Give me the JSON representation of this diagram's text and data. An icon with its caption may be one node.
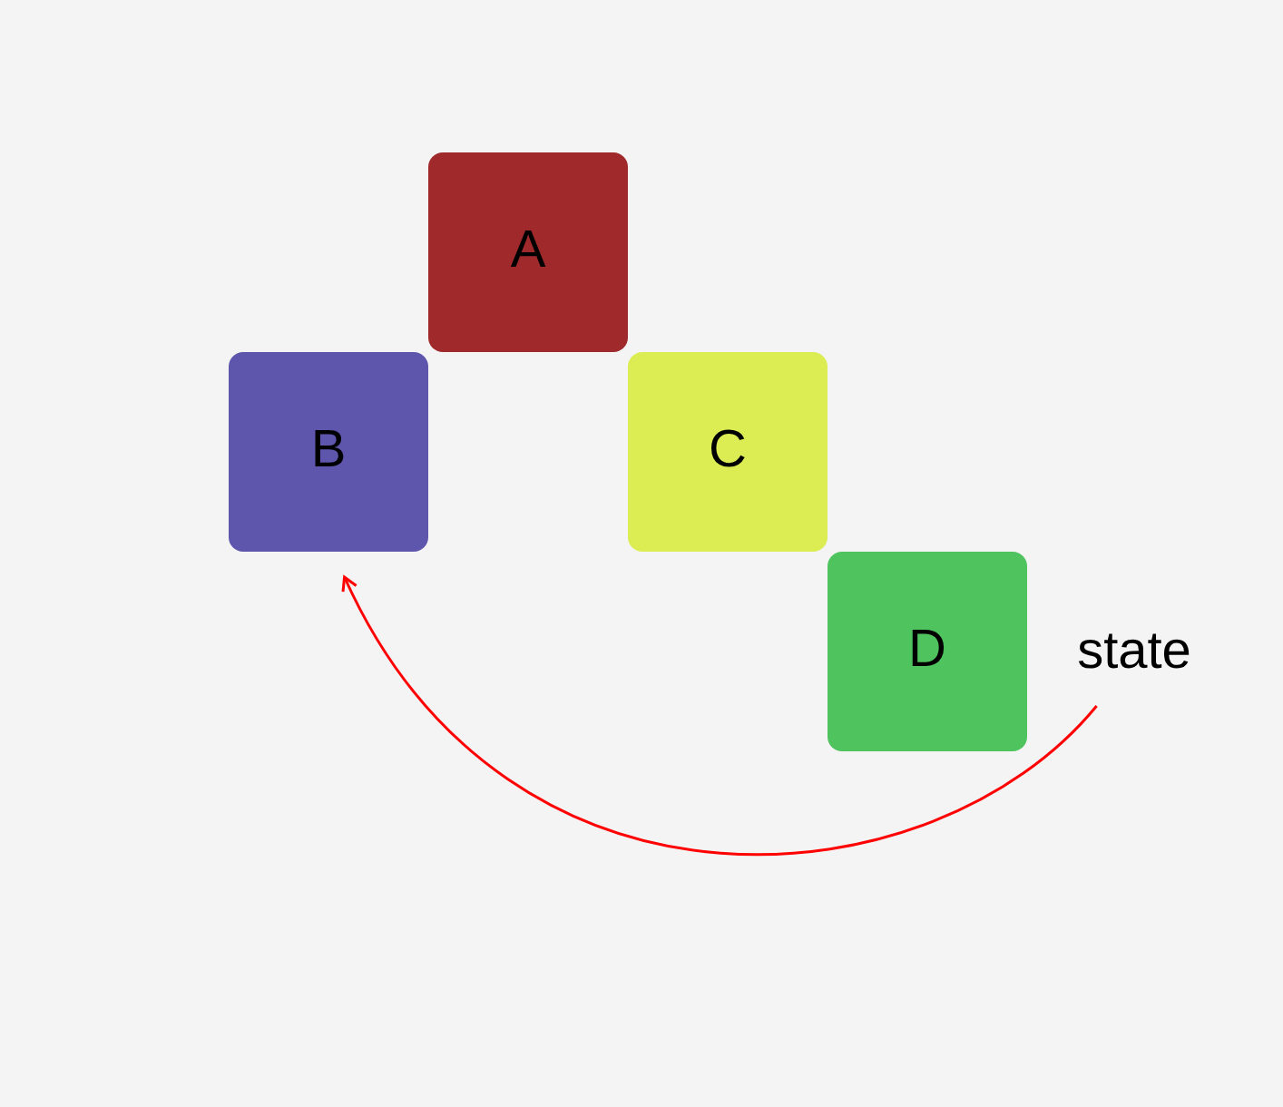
{
  "diagram": {
    "nodes": [
      {
        "text": [
          "A"
        ]
      },
      {
        "text": [
          "B"
        ]
      },
      {
        "text": [
          "C"
        ]
      },
      {
        "text": [
          "D"
        ]
      },
      {
        "text": [
          "state"
        ]
      }
    ],
    "edges": [
      {
        "from": 4,
        "to": 1,
        "arrow": "to",
        "color": "#ff0000"
      }
    ]
  }
}
